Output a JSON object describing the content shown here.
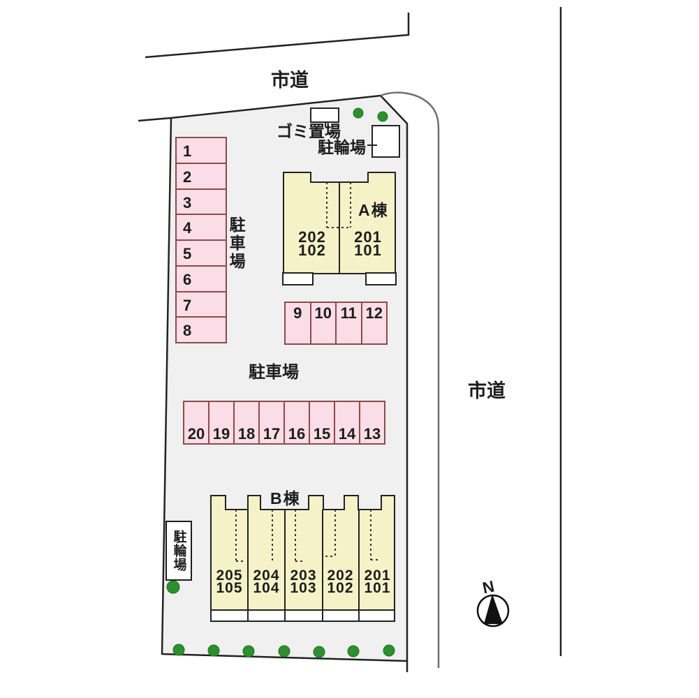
{
  "roads": {
    "top_label": "市道",
    "right_label": "市道"
  },
  "labels": {
    "garbage": "ゴミ置場",
    "bicycle_top": "駐輪場",
    "bicycle_left": "駐輪場",
    "parking_left": "駐車場",
    "parking_middle": "駐車場"
  },
  "parking": {
    "left_column": [
      "1",
      "2",
      "3",
      "4",
      "5",
      "6",
      "7",
      "8"
    ],
    "top_row": [
      "9",
      "10",
      "11",
      "12"
    ],
    "middle_row": [
      "20",
      "19",
      "18",
      "17",
      "16",
      "15",
      "14",
      "13"
    ]
  },
  "buildings": {
    "a": {
      "label": "A棟",
      "units": [
        {
          "upper": "202",
          "lower": "102"
        },
        {
          "upper": "201",
          "lower": "101"
        }
      ]
    },
    "b": {
      "label": "B棟",
      "units": [
        {
          "upper": "205",
          "lower": "105"
        },
        {
          "upper": "204",
          "lower": "104"
        },
        {
          "upper": "203",
          "lower": "103"
        },
        {
          "upper": "202",
          "lower": "102"
        },
        {
          "upper": "201",
          "lower": "101"
        }
      ]
    }
  },
  "compass": {
    "label": "N"
  },
  "colors": {
    "site_fill": "#f0f0f0",
    "parking_fill": "#fadde6",
    "parking_border": "#8d4a4a",
    "building_fill": "#f6f2c8",
    "tree_green": "#2e8f2f",
    "road_gray": "#6e6e6e",
    "line_black": "#222222"
  }
}
